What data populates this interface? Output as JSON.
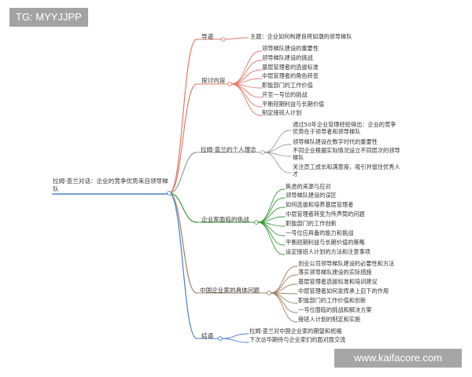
{
  "watermark_top": "TG: MYYJJPP",
  "watermark_bottom": "www.kaifacore.com",
  "colors": {
    "line_red": "#e07a6a",
    "line_blue": "#4a7fc8",
    "line_green": "#3a9a3a",
    "line_brown": "#a08060",
    "line_gray": "#9a9a9a"
  },
  "root": "拉姆·查兰对话：企业的竞争优势来自领导梯队",
  "branches": {
    "intro": {
      "label": "导语",
      "items": [
        "主题：企业如何构建良将如潮的领导梯队"
      ]
    },
    "explore": {
      "label": "探讨内容",
      "items": [
        "领导梯队建设的重要性",
        "领导梯队建设的挑战",
        "基层管理者的选拔标准",
        "中层管理者的角色转变",
        "职能部门的工作价值",
        "开至一号位的挑战",
        "平衡短期利益与长期价值",
        "制定接班人计划"
      ]
    },
    "ideas": {
      "label": "拉姆·查兰的个人理念",
      "items": [
        "通过50年企业管理经验得出：企业的竞争优势在于领导者和领导梯队",
        "领导梯队建设在数字时代的重要性",
        "不同企业根据实际情况设立不同层次的领导梯队",
        "关注员工成长和满意度，吸引并留住优秀人才"
      ]
    },
    "challenges": {
      "label": "企业家面临的挑战",
      "items": [
        "焦虑的来源与应对",
        "领导梯队建设的误区",
        "如何选拔和培养基层管理者",
        "中层管理者转变为传声筒的问题",
        "职能部门的工作创新",
        "一号位应具备的能力和挑战",
        "平衡短期利益与长期价值的策略",
        "设定接班人计划的方法和注意事项"
      ]
    },
    "problems": {
      "label": "中国企业家的具体问题",
      "items": [
        "创业公司领导梯队建设的必要性和方法",
        "落实领导梯队建设的实际措施",
        "基层管理者选拔标准和培训建议",
        "中层管理者如何发挥承上启下的作用",
        "职能部门的工作价值和创新",
        "一号位面临的挑战和解决方案",
        "接班人计划的制定和实施"
      ]
    },
    "conclusion": {
      "label": "结语",
      "items": [
        "拉姆·查兰对中国企业家的期望和祝福",
        "下次访华期待与企业家们的面对面交流"
      ]
    }
  }
}
